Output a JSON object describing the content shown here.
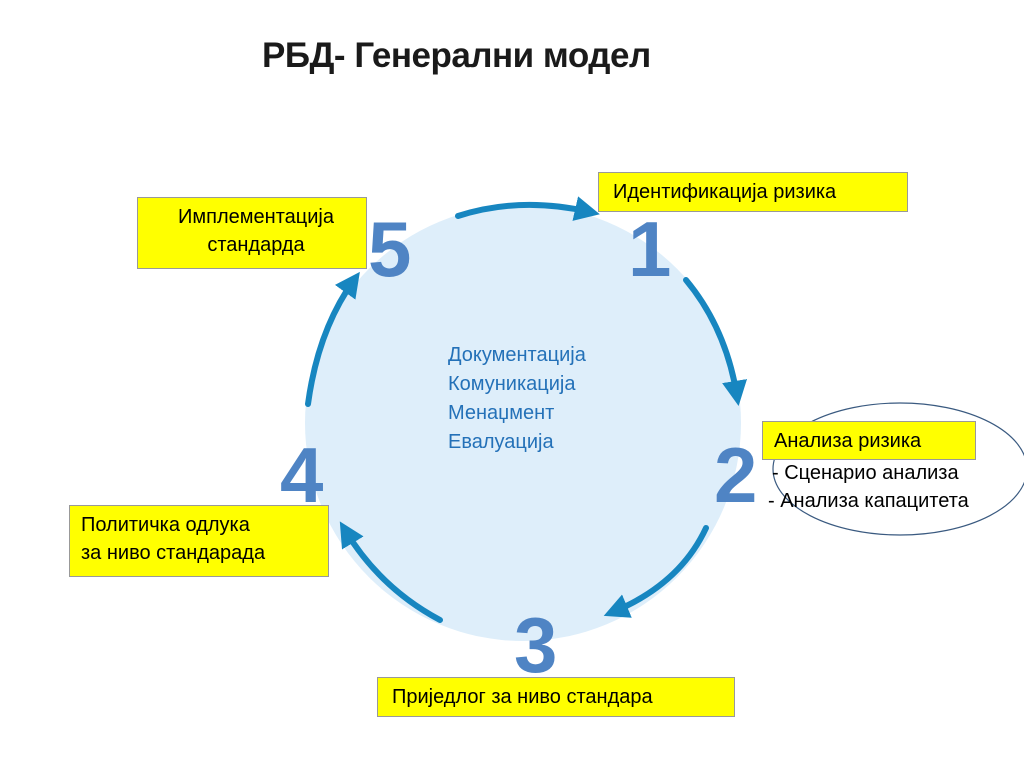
{
  "title": "РБД- Генерални модел",
  "colors": {
    "circle_fill": "#deeefa",
    "arrow": "#1786c0",
    "number": "#4f84c4",
    "center_text": "#2471b8",
    "box_fill": "#ffff00",
    "ellipse_stroke": "#3a5a80"
  },
  "center_items": [
    "Документација",
    "Комуникација",
    "Менаџмент",
    "Евалуација"
  ],
  "steps": [
    {
      "number": "1",
      "label_lines": [
        "Идентификација ризика"
      ]
    },
    {
      "number": "2",
      "label_lines": [
        "Анализа ризика"
      ],
      "sub_items": [
        " - Сценарио анализа",
        "- Анализа капацитета"
      ]
    },
    {
      "number": "3",
      "label_lines": [
        "Приједлог за ниво стандара"
      ]
    },
    {
      "number": "4",
      "label_lines": [
        "Политичка одлука",
        "за ниво стандарада"
      ]
    },
    {
      "number": "5",
      "label_lines": [
        "Имплементација",
        "стандарда"
      ]
    }
  ]
}
